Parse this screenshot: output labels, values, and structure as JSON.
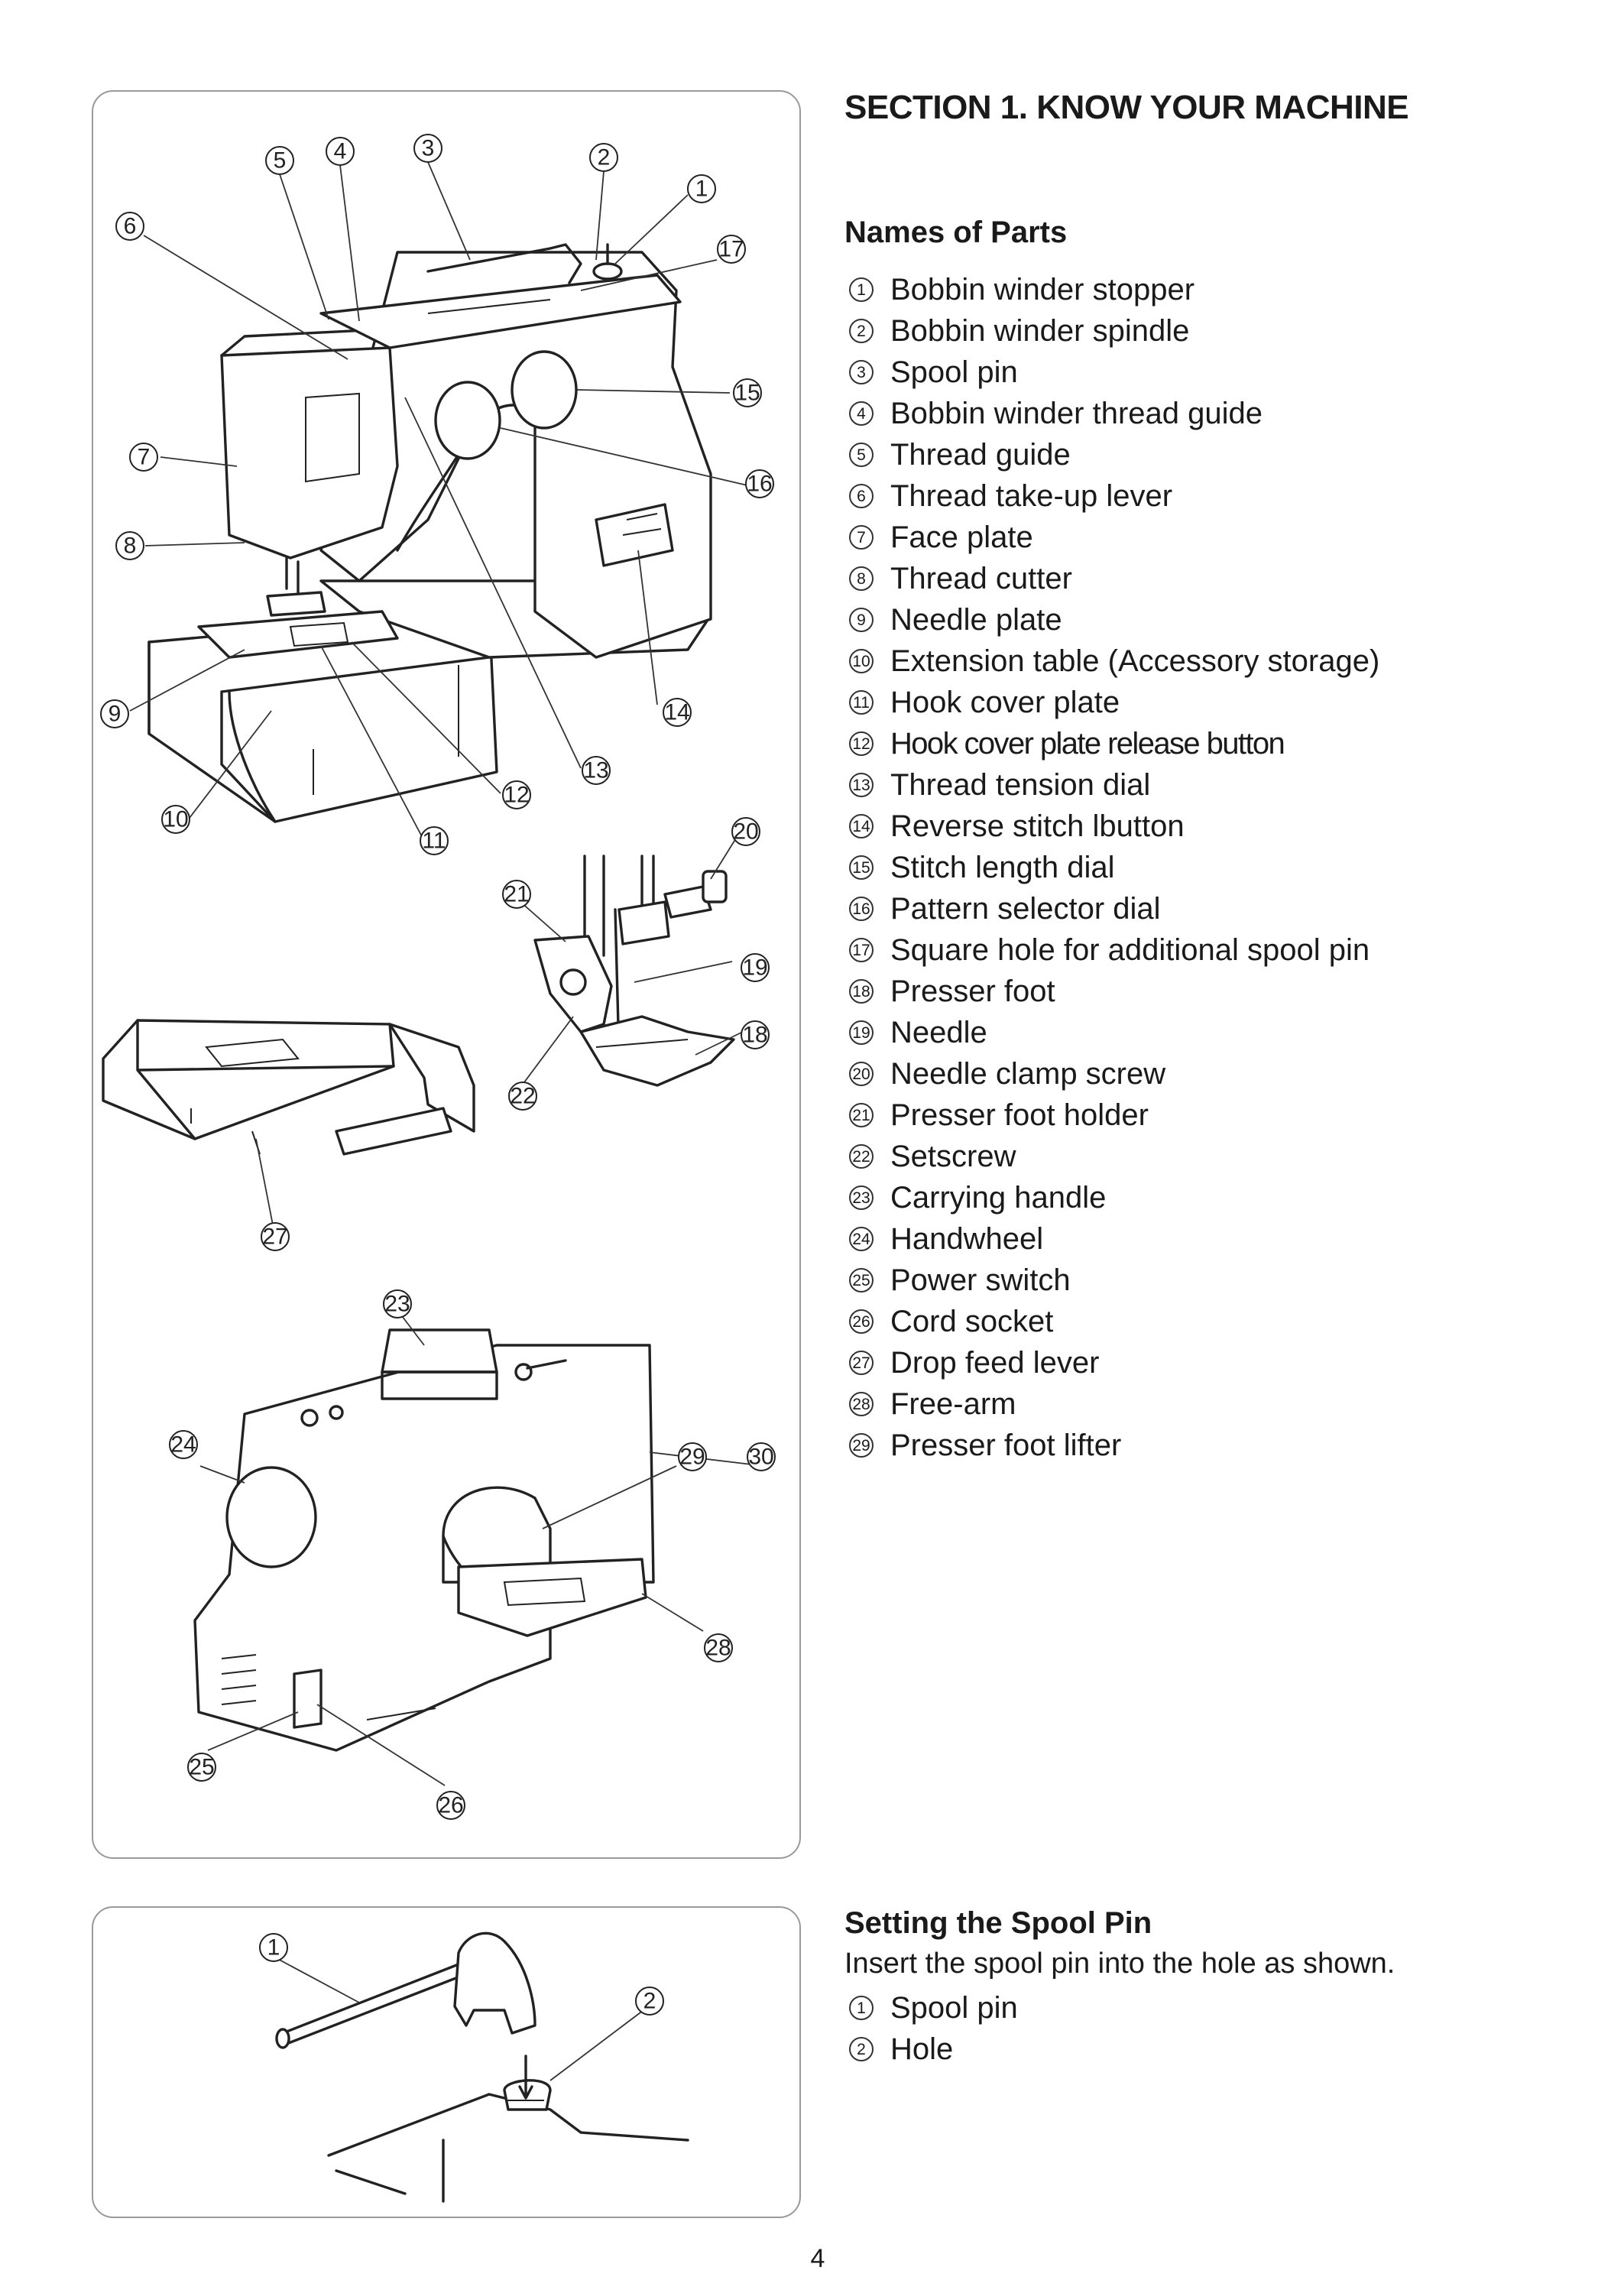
{
  "section_title": "SECTION 1. KNOW YOUR MACHINE",
  "names_of_parts": {
    "heading": "Names of Parts",
    "items": [
      {
        "num": "1",
        "label": "Bobbin winder stopper"
      },
      {
        "num": "2",
        "label": "Bobbin winder spindle"
      },
      {
        "num": "3",
        "label": "Spool pin"
      },
      {
        "num": "4",
        "label": "Bobbin winder thread guide"
      },
      {
        "num": "5",
        "label": "Thread guide"
      },
      {
        "num": "6",
        "label": "Thread take-up lever"
      },
      {
        "num": "7",
        "label": "Face plate"
      },
      {
        "num": "8",
        "label": "Thread cutter"
      },
      {
        "num": "9",
        "label": "Needle plate"
      },
      {
        "num": "10",
        "label": "Extension table (Accessory storage)"
      },
      {
        "num": "11",
        "label": "Hook cover plate"
      },
      {
        "num": "12",
        "label": "Hook cover plate release button"
      },
      {
        "num": "13",
        "label": "Thread tension dial"
      },
      {
        "num": "14",
        "label": "Reverse stitch lbutton"
      },
      {
        "num": "15",
        "label": "Stitch length dial"
      },
      {
        "num": "16",
        "label": "Pattern selector dial"
      },
      {
        "num": "17",
        "label": "Square hole for additional spool pin"
      },
      {
        "num": "18",
        "label": "Presser foot"
      },
      {
        "num": "19",
        "label": "Needle"
      },
      {
        "num": "20",
        "label": "Needle clamp screw"
      },
      {
        "num": "21",
        "label": "Presser foot holder"
      },
      {
        "num": "22",
        "label": "Setscrew"
      },
      {
        "num": "23",
        "label": "Carrying handle"
      },
      {
        "num": "24",
        "label": "Handwheel"
      },
      {
        "num": "25",
        "label": "Power switch"
      },
      {
        "num": "26",
        "label": "Cord socket"
      },
      {
        "num": "27",
        "label": "Drop feed lever"
      },
      {
        "num": "28",
        "label": "Free-arm"
      },
      {
        "num": "29",
        "label": "Presser foot lifter"
      }
    ]
  },
  "setting_spool_pin": {
    "heading": "Setting the Spool Pin",
    "description": "Insert the spool pin into the hole as shown.",
    "items": [
      {
        "num": "1",
        "label": "Spool pin"
      },
      {
        "num": "2",
        "label": "Hole"
      }
    ]
  },
  "figure_callouts": {
    "machine_front": [
      "5",
      "4",
      "3",
      "2",
      "1",
      "6",
      "17",
      "15",
      "7",
      "16",
      "8",
      "9",
      "14",
      "13",
      "12",
      "10",
      "11"
    ],
    "extension_table": [
      "27"
    ],
    "presser_foot": [
      "20",
      "21",
      "19",
      "18",
      "22"
    ],
    "machine_rear": [
      "23",
      "24",
      "29",
      "30",
      "28",
      "25",
      "26"
    ],
    "spool_pin": [
      "1",
      "2"
    ]
  },
  "page_number": "4"
}
